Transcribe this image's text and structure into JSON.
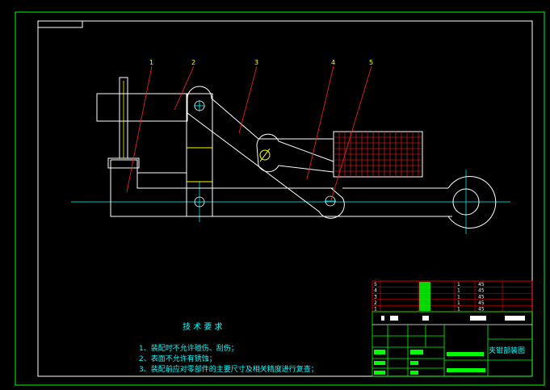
{
  "colors": {
    "background": "#000000",
    "frame": "#00ff00",
    "part": "#ffffff",
    "hatch_fill": "#ffffff",
    "yellow": "#ffff00",
    "centerline": "#00ffff",
    "leader": "#ff2020",
    "table_red": "#ff0000",
    "text_yellow": "#ffff00",
    "text_cyan": "#00ffff"
  },
  "balloons": [
    "1",
    "2",
    "3",
    "4",
    "5"
  ],
  "tech_requirements": {
    "heading": "技 术 要 求",
    "items": [
      "1、装配时不允许碰伤、刮伤；",
      "2、表面不允许有锈蚀；",
      "3、装配前应对零部件的主要尺寸及相关精度进行复查；"
    ]
  },
  "bom": {
    "rows": [
      {
        "no": "5",
        "qty": "1",
        "mat": "45"
      },
      {
        "no": "4",
        "qty": "1",
        "mat": "45"
      },
      {
        "no": "3",
        "qty": "1",
        "mat": "45"
      },
      {
        "no": "2",
        "qty": "1",
        "mat": "45"
      },
      {
        "no": "1",
        "qty": "1",
        "mat": "45"
      }
    ]
  },
  "title_block": {
    "drawing_title": "夹钳部装图"
  },
  "icons": [
    "diameter-symbol-icon",
    "center-mark-icon"
  ]
}
